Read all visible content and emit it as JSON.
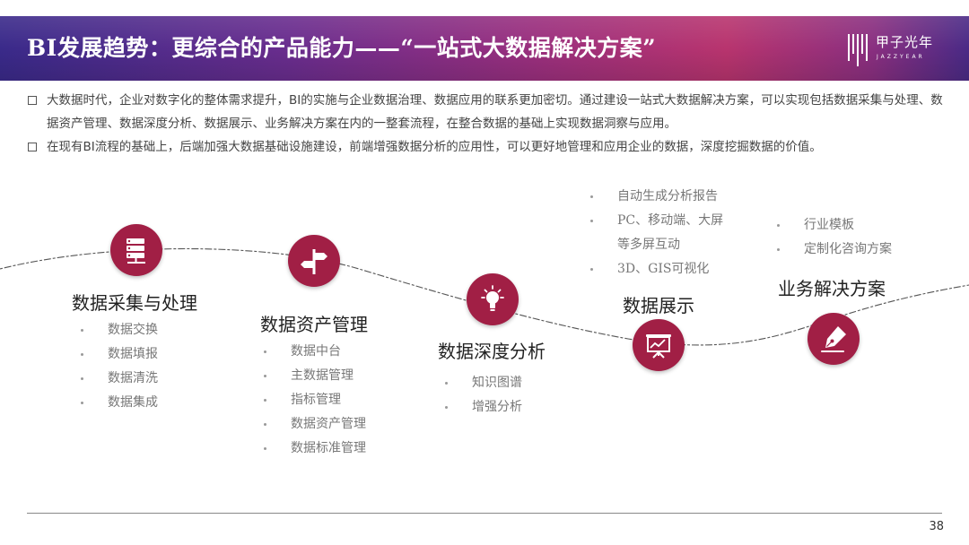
{
  "header": {
    "title": "BI发展趋势：更综合的产品能力——“一站式大数据解决方案”",
    "logo_cn": "甲子光年",
    "logo_en": "JAZZYEAR"
  },
  "intro": [
    "大数据时代，企业对数字化的整体需求提升，BI的实施与企业数据治理、数据应用的联系更加密切。通过建设一站式大数据解决方案，可以实现包括数据采集与处理、数据资产管理、数据深度分析、数据展示、业务解决方案在内的一整套流程，在整合数据的基础上实现数据洞察与应用。",
    "在现有BI流程的基础上，后端加强大数据基础设施建设，前端增强数据分析的应用性，可以更好地管理和应用企业的数据，深度挖掘数据的价值。"
  ],
  "stages": [
    {
      "title": "数据采集与处理",
      "icon": "server-icon",
      "items": [
        "数据交换",
        "数据填报",
        "数据清洗",
        "数据集成"
      ]
    },
    {
      "title": "数据资产管理",
      "icon": "signpost-icon",
      "items": [
        "数据中台",
        "主数据管理",
        "指标管理",
        "数据资产管理",
        "数据标准管理"
      ]
    },
    {
      "title": "数据深度分析",
      "icon": "lightbulb-icon",
      "items": [
        "知识图谱",
        "增强分析"
      ]
    },
    {
      "title": "数据展示",
      "icon": "presentation-board-icon",
      "items": [
        "自动生成分析报告",
        "PC、移动端、大屏",
        "等多屏互动",
        "3D、GIS可视化"
      ]
    },
    {
      "title": "业务解决方案",
      "icon": "pen-nib-icon",
      "items": [
        "行业模板",
        "定制化咨询方案"
      ]
    }
  ],
  "colors": {
    "accent": "#a11f45",
    "header_start": "#3a2a8a",
    "header_end": "#b8346e"
  },
  "footer": {
    "page_number": "38"
  }
}
